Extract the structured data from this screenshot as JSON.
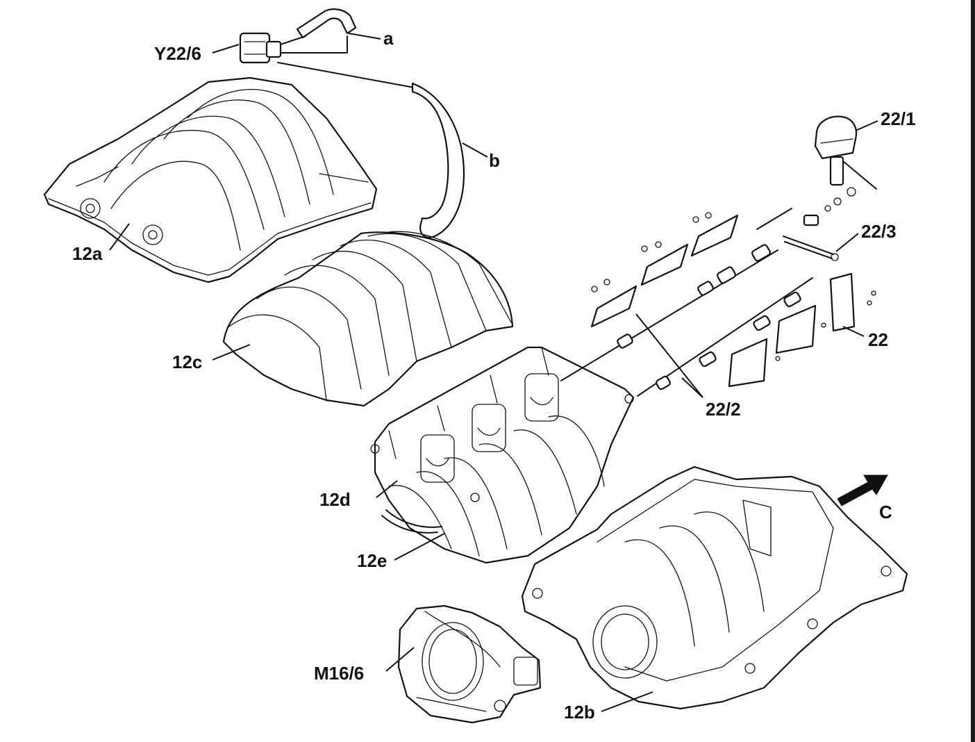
{
  "diagram": {
    "labels": {
      "y22_6": "Y22/6",
      "a": "a",
      "b": "b",
      "l22_1": "22/1",
      "l22_3": "22/3",
      "l22": "22",
      "l22_2": "22/2",
      "l12a": "12a",
      "l12c": "12c",
      "l12d": "12d",
      "l12e": "12e",
      "l12b": "12b",
      "m16_6": "M16/6",
      "c": "C"
    }
  }
}
